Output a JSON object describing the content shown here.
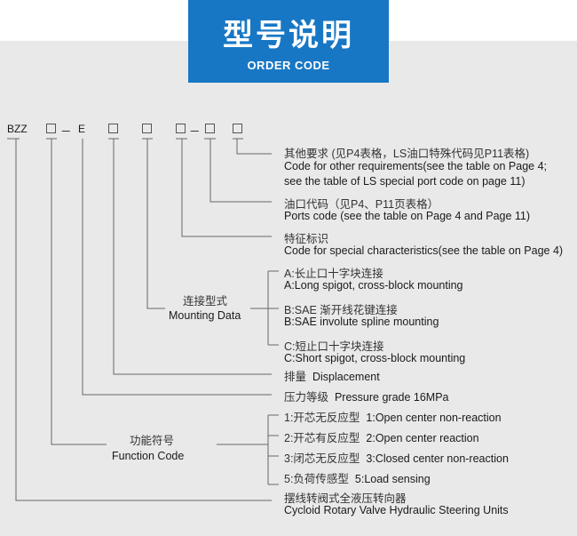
{
  "header": {
    "title_cn": "型号说明",
    "title_en": "ORDER CODE"
  },
  "code": {
    "prefix": "BZZ",
    "dash": "－",
    "e_letter": "E"
  },
  "rows": {
    "other_req_cn": "其他要求 (见P4表格，LS油口特殊代码见P11表格)",
    "other_req_en1": "Code for other requirements(see the table on Page 4;",
    "other_req_en2": "see the table of LS special port code on page 11)",
    "ports_cn": "油口代码（见P4、P11页表格）",
    "ports_en": "Ports code (see the table on Page 4 and Page 11)",
    "special_cn": "特征标识",
    "special_en": "Code for special characteristics(see the table on Page 4)",
    "mount_a_cn": "A:长止口十字块连接",
    "mount_a_en": "A:Long spigot, cross-block mounting",
    "mount_b_cn": "B:SAE 渐开线花键连接",
    "mount_b_en": "B:SAE involute spline mounting",
    "mount_c_cn": "C:短止口十字块连接",
    "mount_c_en": "C:Short spigot, cross-block mounting",
    "mount_label_cn": "连接型式",
    "mount_label_en": "Mounting Data",
    "displacement_cn": "排量",
    "displacement_en": "Displacement",
    "pressure_cn": "压力等级",
    "pressure_en": "Pressure grade  16MPa",
    "func_1_cn": "1:开芯无反应型",
    "func_1_en": "1:Open  center non-reaction",
    "func_2_cn": "2:开芯有反应型",
    "func_2_en": "2:Open  center  reaction",
    "func_3_cn": "3:闭芯无反应型",
    "func_3_en": "3:Closed center non-reaction",
    "func_5_cn": "5:负荷传感型",
    "func_5_en": "5:Load sensing",
    "func_label_cn": "功能符号",
    "func_label_en": "Function Code",
    "product_cn": "摆线转阀式全液压转向器",
    "product_en": "Cycloid Rotary Valve Hydraulic Steering Units"
  }
}
